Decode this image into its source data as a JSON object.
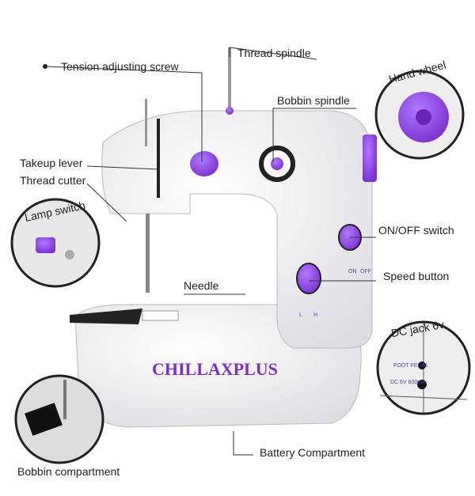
{
  "brand": "CHILLAXPLUS",
  "labels": {
    "thread_spindle": "Thread spindle",
    "tension_screw": "Tension adjusting screw",
    "hand_wheel": "Hand wheel",
    "bobbin_spindle": "Bobbin spindle",
    "takeup_lever": "Takeup lever",
    "thread_cutter": "Thread cutter",
    "lamp_switch": "Lamp switch",
    "on_off_switch": "ON/OFF switch",
    "needle": "Needle",
    "speed_button": "Speed button",
    "dc_jack": "DC jack 6v",
    "battery": "Battery Compartment",
    "bobbin_compartment": "Bobbin compartment"
  },
  "markings": {
    "on": "ON",
    "off": "OFF",
    "low": "L",
    "high": "H",
    "foot_pedal": "FOOT PEDAL",
    "dc_rating": "DC 6V 600mA"
  },
  "colors": {
    "accent": "#8a3ee0",
    "body": "#f2f2f4",
    "text": "#222222"
  }
}
